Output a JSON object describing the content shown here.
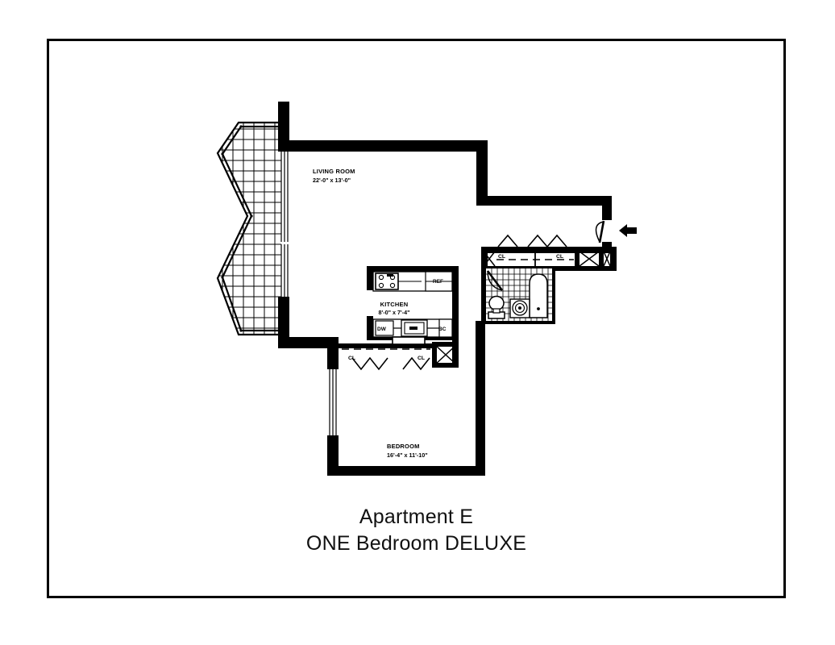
{
  "document": {
    "type": "floor-plan",
    "title_line_1": "Apartment E",
    "title_line_2": "ONE Bedroom DELUXE"
  },
  "rooms": [
    {
      "id": "living-room",
      "name": "LIVING ROOM",
      "dimensions": "22'-0\" x 13'-0\""
    },
    {
      "id": "kitchen",
      "name": "KITCHEN",
      "dimensions": "8'-0\" x 7'-4\""
    },
    {
      "id": "bedroom",
      "name": "BEDROOM",
      "dimensions": "16'-4\" x 11'-10\""
    }
  ],
  "fixtures": {
    "refrigerator": "REF",
    "dishwasher": "DW",
    "broom_closet": "BC"
  },
  "closets": {
    "foyer_closet_1": "CL",
    "foyer_closet_2": "CL",
    "bedroom_closet_1": "CL",
    "bedroom_closet_2": "CL"
  },
  "colors": {
    "wall": "#000000",
    "background": "#ffffff",
    "line": "#000000",
    "text": "#111111"
  }
}
